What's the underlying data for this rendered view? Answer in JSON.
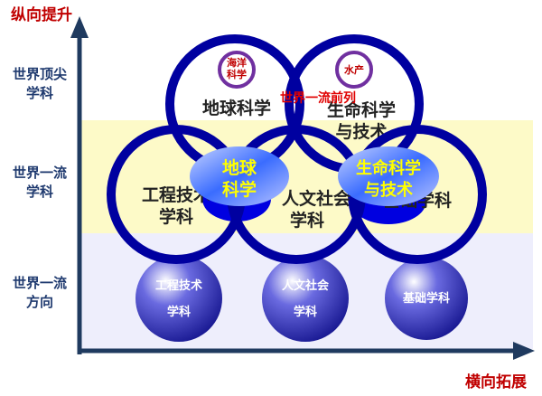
{
  "axes": {
    "y_title": "纵向提升",
    "x_title": "横向拓展"
  },
  "levels": [
    {
      "line1": "世界顶尖",
      "line2": "学科"
    },
    {
      "line1": "世界一流",
      "line2": "学科"
    },
    {
      "line1": "世界一流",
      "line2": "方向"
    }
  ],
  "top_circles": [
    {
      "label": "地球科学",
      "badge": "海洋科学"
    },
    {
      "line1": "生命科学",
      "line2": "与技术",
      "badge": "水产"
    }
  ],
  "front_rank_label": "世界一流前列",
  "mid_circles": [
    {
      "line1": "工程技术",
      "line2": "学科"
    },
    {
      "line1": "人文社会",
      "line2": "学科"
    },
    {
      "line1": "基础学科",
      "line2": ""
    }
  ],
  "highlights": [
    {
      "line1": "地球",
      "line2": "科学"
    },
    {
      "line1": "生命科学",
      "line2": "与技术"
    }
  ],
  "bottom_spheres": [
    {
      "line1": "工程技术",
      "line2": "学科"
    },
    {
      "line1": "人文社会",
      "line2": "学科"
    },
    {
      "line1": "基础学科",
      "line2": ""
    }
  ],
  "colors": {
    "ring": "#0000a0",
    "title": "#c00000",
    "band_yellow": "#fdfac8",
    "band_lavender": "#eeeefc",
    "highlight_text": "#ffff00",
    "badge_ring": "#7030a0"
  }
}
